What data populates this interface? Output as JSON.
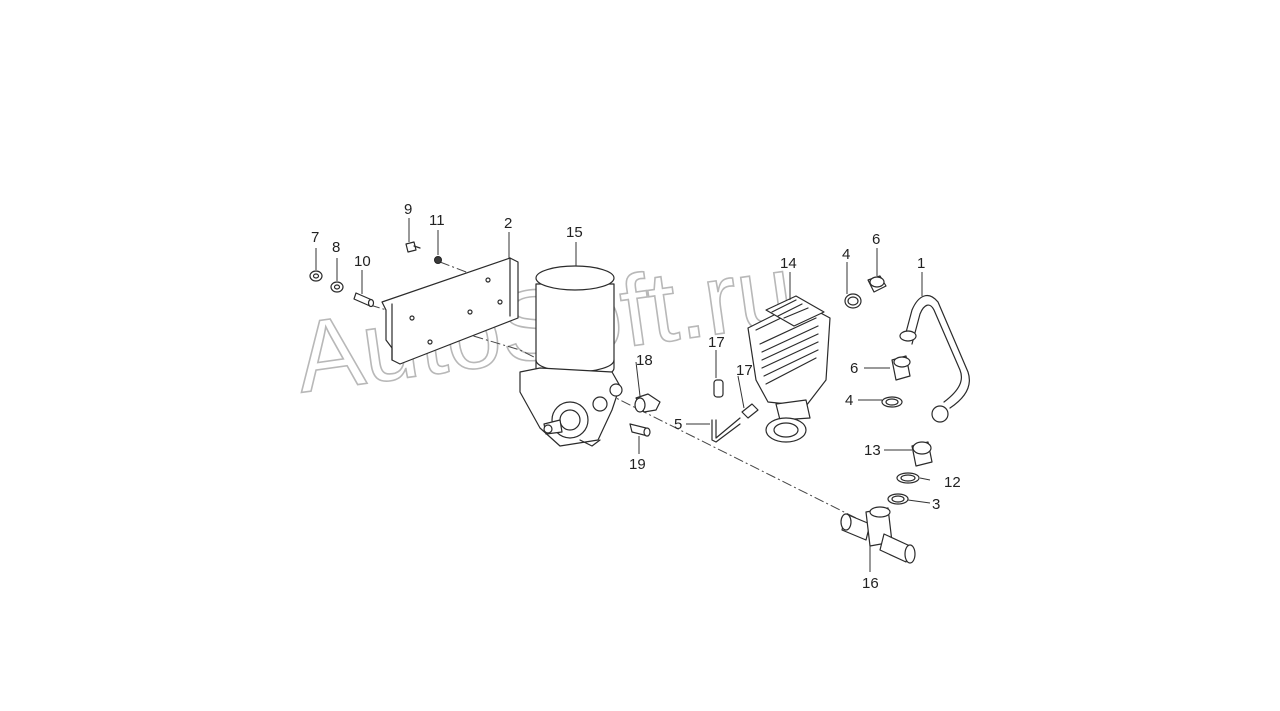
{
  "watermark": "AutoSoft.ru",
  "labels": {
    "l1": "1",
    "l2": "2",
    "l3": "3",
    "l4a": "4",
    "l4b": "4",
    "l5": "5",
    "l6a": "6",
    "l6b": "6",
    "l7": "7",
    "l8": "8",
    "l9": "9",
    "l10": "10",
    "l11": "11",
    "l12": "12",
    "l13": "13",
    "l14": "14",
    "l15": "15",
    "l16": "16",
    "l17a": "17",
    "l17b": "17",
    "l18": "18",
    "l19": "19"
  }
}
